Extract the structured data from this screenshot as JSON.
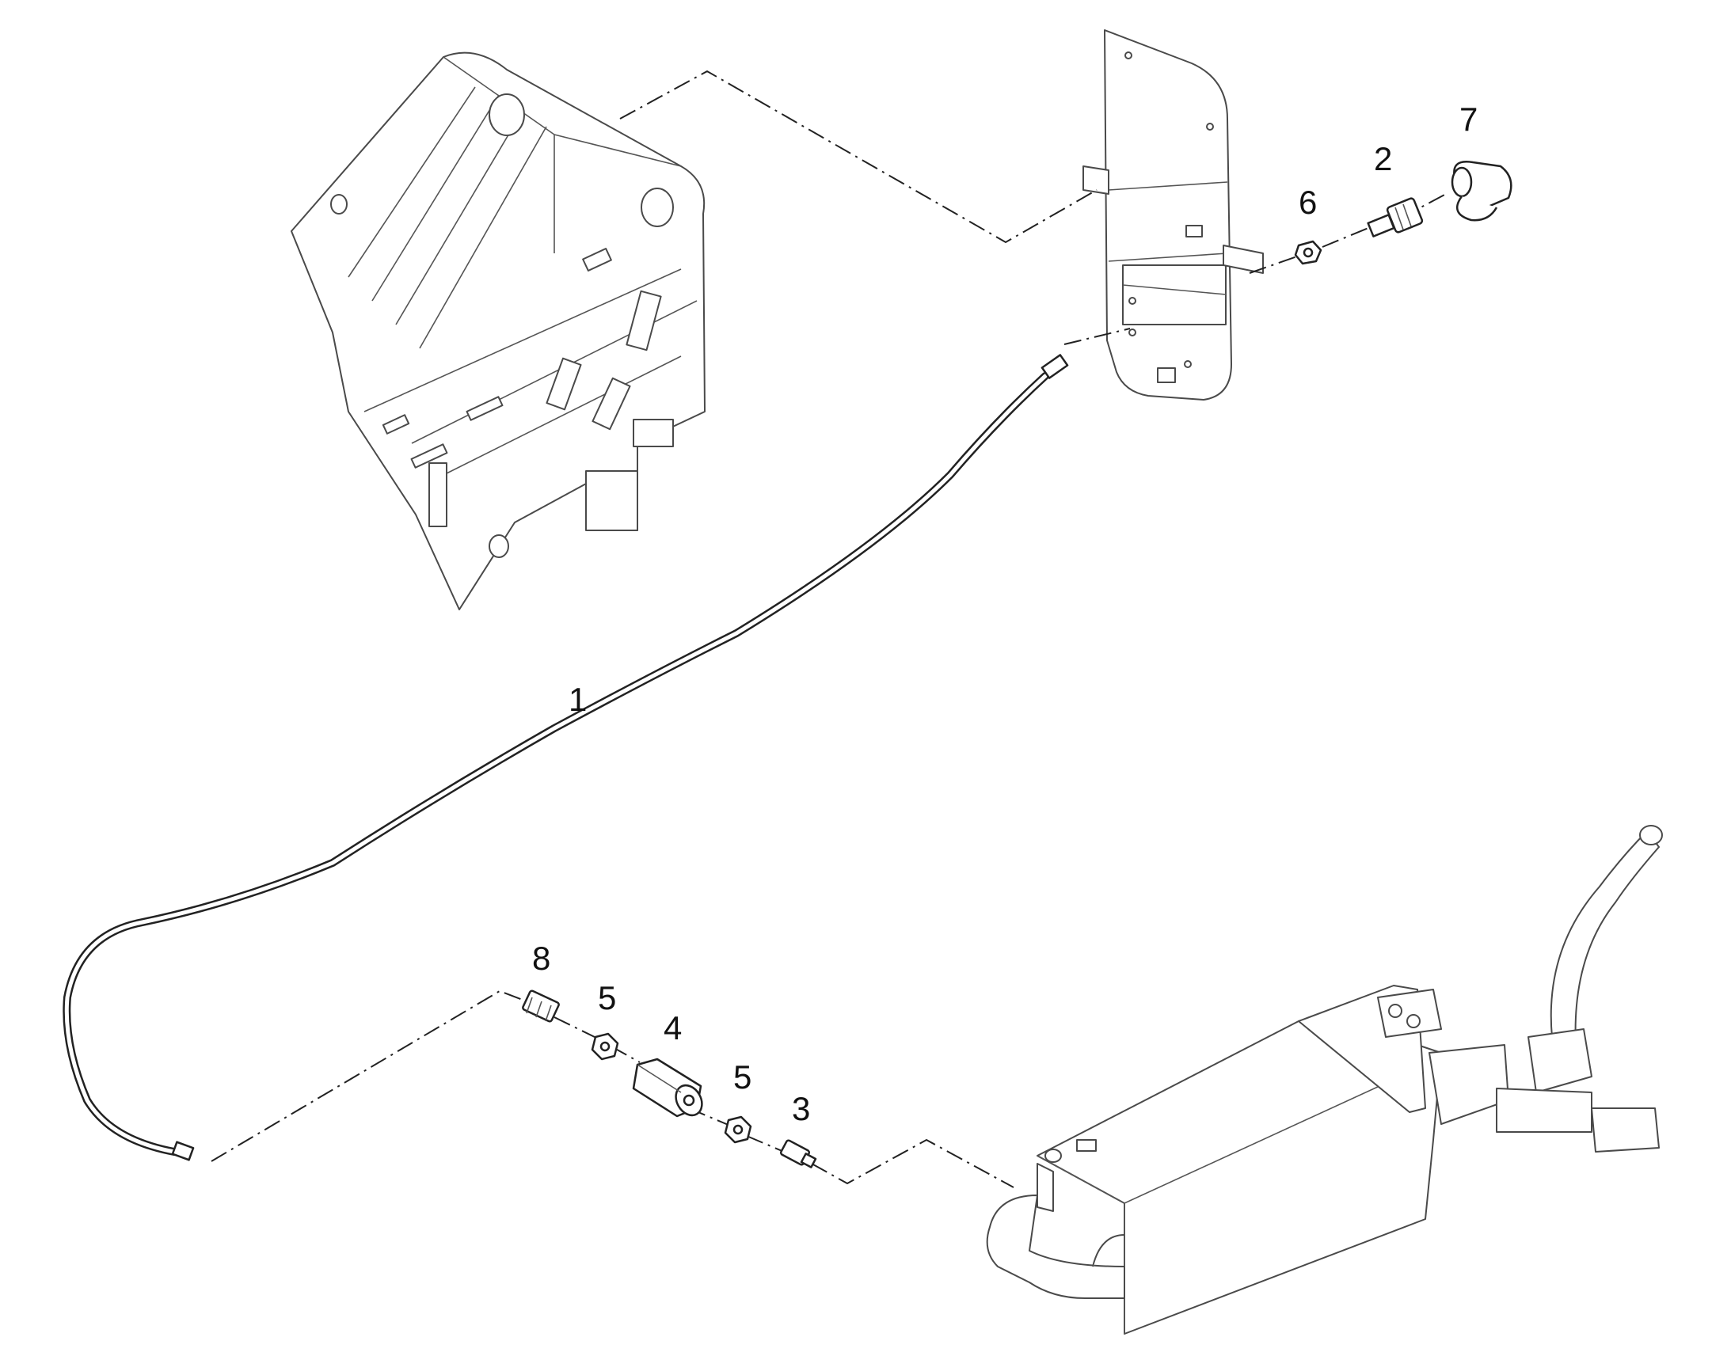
{
  "callouts": {
    "c1": "1",
    "c2": "2",
    "c3": "3",
    "c4": "4",
    "c5a": "5",
    "c5b": "5",
    "c6": "6",
    "c7": "7",
    "c8": "8"
  },
  "colors": {
    "line": "#222222",
    "part_outline": "#4a4a4a",
    "background": "#ffffff"
  }
}
